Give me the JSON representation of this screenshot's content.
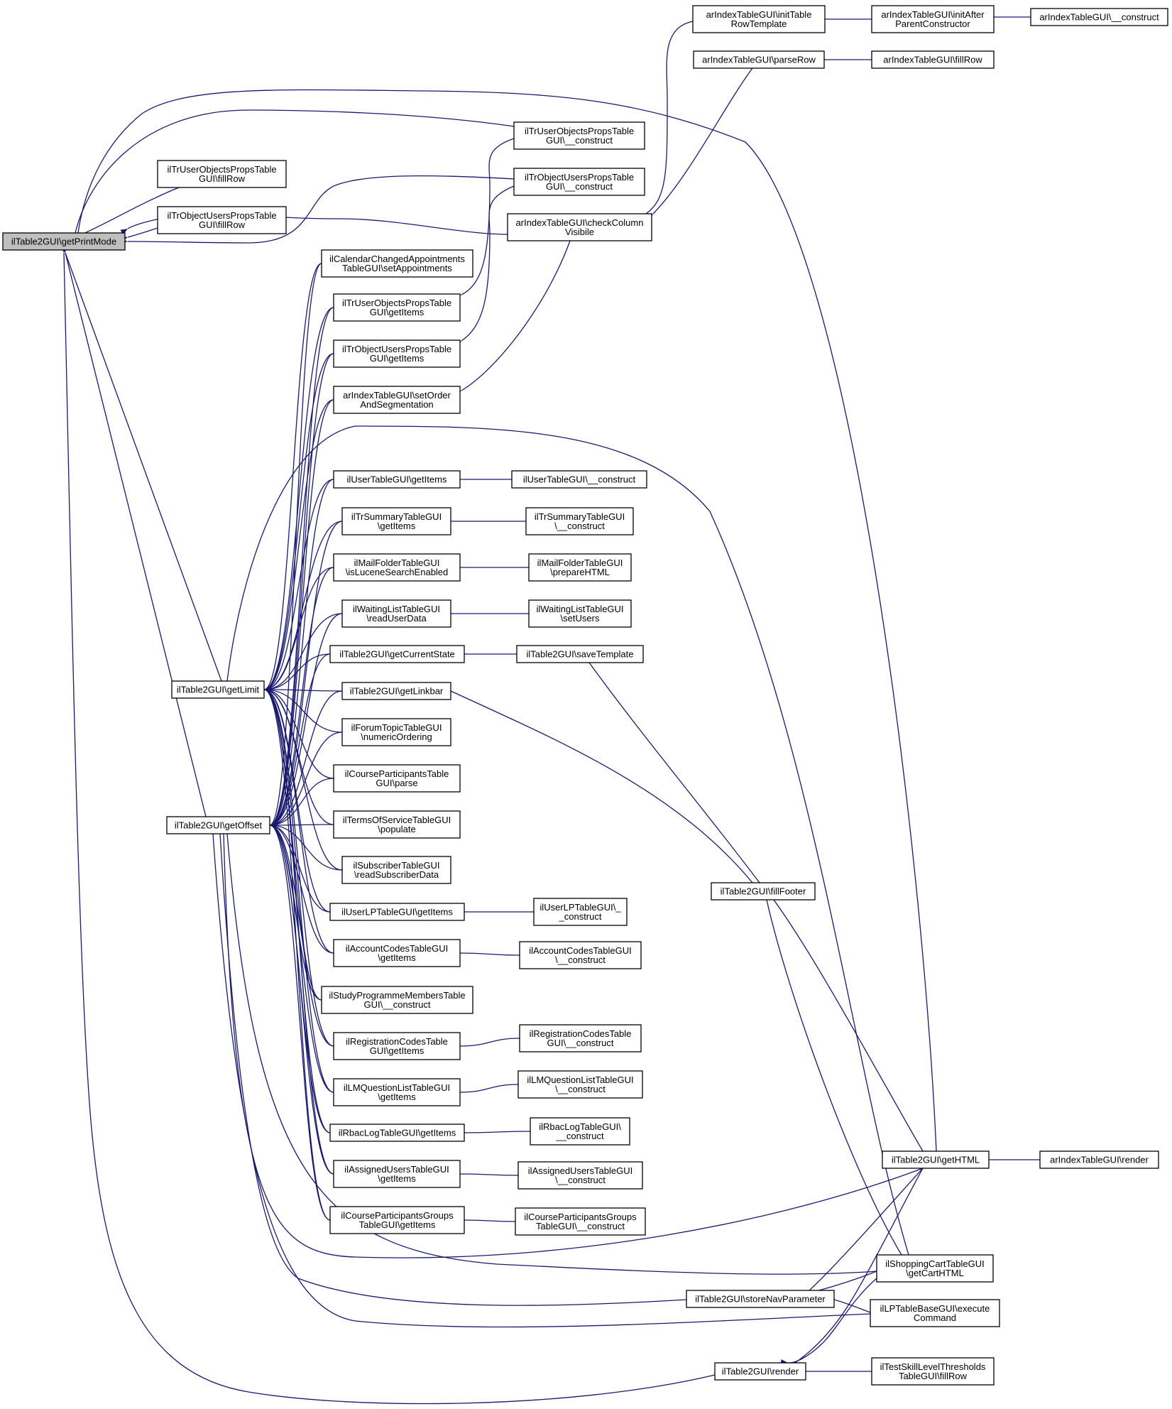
{
  "colors": {
    "edge": "#191970",
    "node_fill": "#ffffff",
    "node_fill_highlight": "#bfbfbf",
    "node_border": "#000000"
  },
  "nodes": [
    {
      "id": "gpm",
      "lines": [
        "ilTable2GUI\\getPrintMode"
      ],
      "highlight": true
    },
    {
      "id": "uop_fill",
      "lines": [
        "ilTrUserObjectsPropsTable",
        "GUI\\fillRow"
      ]
    },
    {
      "id": "oup_fill",
      "lines": [
        "ilTrObjectUsersPropsTable",
        "GUI\\fillRow"
      ]
    },
    {
      "id": "getlimit",
      "lines": [
        "ilTable2GUI\\getLimit"
      ]
    },
    {
      "id": "getoffset",
      "lines": [
        "ilTable2GUI\\getOffset"
      ]
    },
    {
      "id": "cal_set",
      "lines": [
        "ilCalendarChangedAppointments",
        "TableGUI\\setAppointments"
      ]
    },
    {
      "id": "uop_items",
      "lines": [
        "ilTrUserObjectsPropsTable",
        "GUI\\getItems"
      ]
    },
    {
      "id": "oup_items",
      "lines": [
        "ilTrObjectUsersPropsTable",
        "GUI\\getItems"
      ]
    },
    {
      "id": "ar_setorder",
      "lines": [
        "arIndexTableGUI\\setOrder",
        "AndSegmentation"
      ]
    },
    {
      "id": "user_items",
      "lines": [
        "ilUserTableGUI\\getItems"
      ]
    },
    {
      "id": "trsum_items",
      "lines": [
        "ilTrSummaryTableGUI",
        "\\getItems"
      ]
    },
    {
      "id": "mail_lucene",
      "lines": [
        "ilMailFolderTableGUI",
        "\\isLuceneSearchEnabled"
      ]
    },
    {
      "id": "wait_read",
      "lines": [
        "ilWaitingListTableGUI",
        "\\readUserData"
      ]
    },
    {
      "id": "cur_state",
      "lines": [
        "ilTable2GUI\\getCurrentState"
      ]
    },
    {
      "id": "linkbar",
      "lines": [
        "ilTable2GUI\\getLinkbar"
      ]
    },
    {
      "id": "forum_order",
      "lines": [
        "ilForumTopicTableGUI",
        "\\numericOrdering"
      ]
    },
    {
      "id": "coursepart_parse",
      "lines": [
        "ilCourseParticipantsTable",
        "GUI\\parse"
      ]
    },
    {
      "id": "tos_populate",
      "lines": [
        "ilTermsOfServiceTableGUI",
        "\\populate"
      ]
    },
    {
      "id": "subscr_read",
      "lines": [
        "ilSubscriberTableGUI",
        "\\readSubscriberData"
      ]
    },
    {
      "id": "userlp_items",
      "lines": [
        "ilUserLPTableGUI\\getItems"
      ]
    },
    {
      "id": "acc_items",
      "lines": [
        "ilAccountCodesTableGUI",
        "\\getItems"
      ]
    },
    {
      "id": "studyprog",
      "lines": [
        "ilStudyProgrammeMembersTable",
        "GUI\\__construct"
      ]
    },
    {
      "id": "reg_items",
      "lines": [
        "ilRegistrationCodesTable",
        "GUI\\getItems"
      ]
    },
    {
      "id": "lmq_items",
      "lines": [
        "ilLMQuestionListTableGUI",
        "\\getItems"
      ]
    },
    {
      "id": "rbac_items",
      "lines": [
        "ilRbacLogTableGUI\\getItems"
      ]
    },
    {
      "id": "assigned_items",
      "lines": [
        "ilAssignedUsersTableGUI",
        "\\getItems"
      ]
    },
    {
      "id": "cpg_items",
      "lines": [
        "ilCourseParticipantsGroups",
        "TableGUI\\getItems"
      ]
    },
    {
      "id": "storenav",
      "lines": [
        "ilTable2GUI\\storeNavParameter"
      ]
    },
    {
      "id": "render",
      "lines": [
        "ilTable2GUI\\render"
      ]
    },
    {
      "id": "uop_construct",
      "lines": [
        "ilTrUserObjectsPropsTable",
        "GUI\\__construct"
      ]
    },
    {
      "id": "oup_construct",
      "lines": [
        "ilTrObjectUsersPropsTable",
        "GUI\\__construct"
      ]
    },
    {
      "id": "ar_checkcol",
      "lines": [
        "arIndexTableGUI\\checkColumn",
        "Visibile"
      ]
    },
    {
      "id": "ar_inittpl",
      "lines": [
        "arIndexTableGUI\\initTable",
        "RowTemplate"
      ]
    },
    {
      "id": "ar_parserow",
      "lines": [
        "arIndexTableGUI\\parseRow"
      ]
    },
    {
      "id": "ar_initafter",
      "lines": [
        "arIndexTableGUI\\initAfter",
        "ParentConstructor"
      ]
    },
    {
      "id": "ar_construct",
      "lines": [
        "arIndexTableGUI\\__construct"
      ]
    },
    {
      "id": "ar_fillrow",
      "lines": [
        "arIndexTableGUI\\fillRow"
      ]
    },
    {
      "id": "user_construct",
      "lines": [
        "ilUserTableGUI\\__construct"
      ]
    },
    {
      "id": "trsum_construct",
      "lines": [
        "ilTrSummaryTableGUI",
        "\\__construct"
      ]
    },
    {
      "id": "mail_prepare",
      "lines": [
        "ilMailFolderTableGUI",
        "\\prepareHTML"
      ]
    },
    {
      "id": "wait_setusers",
      "lines": [
        "ilWaitingListTableGUI",
        "\\setUsers"
      ]
    },
    {
      "id": "save_tpl",
      "lines": [
        "ilTable2GUI\\saveTemplate"
      ]
    },
    {
      "id": "fillfooter",
      "lines": [
        "ilTable2GUI\\fillFooter"
      ]
    },
    {
      "id": "userlp_construct",
      "lines": [
        "ilUserLPTableGUI\\_",
        "_construct"
      ]
    },
    {
      "id": "acc_construct",
      "lines": [
        "ilAccountCodesTableGUI",
        "\\__construct"
      ]
    },
    {
      "id": "reg_construct",
      "lines": [
        "ilRegistrationCodesTable",
        "GUI\\__construct"
      ]
    },
    {
      "id": "lmq_construct",
      "lines": [
        "ilLMQuestionListTableGUI",
        "\\__construct"
      ]
    },
    {
      "id": "rbac_construct",
      "lines": [
        "ilRbacLogTableGUI\\",
        "__construct"
      ]
    },
    {
      "id": "assigned_construct",
      "lines": [
        "ilAssignedUsersTableGUI",
        "\\__construct"
      ]
    },
    {
      "id": "cpg_construct",
      "lines": [
        "ilCourseParticipantsGroups",
        "TableGUI\\__construct"
      ]
    },
    {
      "id": "gethtml",
      "lines": [
        "ilTable2GUI\\getHTML"
      ]
    },
    {
      "id": "ar_render",
      "lines": [
        "arIndexTableGUI\\render"
      ]
    },
    {
      "id": "cart",
      "lines": [
        "ilShoppingCartTableGUI",
        "\\getCartHTML"
      ]
    },
    {
      "id": "lpbase",
      "lines": [
        "ilLPTableBaseGUI\\execute",
        "Command"
      ]
    },
    {
      "id": "skill",
      "lines": [
        "ilTestSkillLevelThresholds",
        "TableGUI\\fillRow"
      ]
    }
  ],
  "edges": [
    {
      "from": "gpm",
      "to": "uop_construct"
    },
    {
      "from": "gpm",
      "to": "uop_fill"
    },
    {
      "from": "gpm",
      "to": "oup_fill"
    },
    {
      "from": "gpm",
      "to": "oup_construct"
    },
    {
      "from": "gpm",
      "to": "gethtml"
    },
    {
      "from": "gpm",
      "to": "ar_checkcol"
    },
    {
      "from": "gpm",
      "to": "getlimit"
    },
    {
      "from": "gpm",
      "to": "getoffset"
    },
    {
      "from": "gpm",
      "to": "render"
    },
    {
      "from": "getlimit",
      "to": "cal_set"
    },
    {
      "from": "getlimit",
      "to": "uop_items"
    },
    {
      "from": "getlimit",
      "to": "oup_items"
    },
    {
      "from": "getlimit",
      "to": "ar_setorder"
    },
    {
      "from": "getlimit",
      "to": "user_items"
    },
    {
      "from": "getlimit",
      "to": "trsum_items"
    },
    {
      "from": "getlimit",
      "to": "mail_lucene"
    },
    {
      "from": "getlimit",
      "to": "wait_read"
    },
    {
      "from": "getlimit",
      "to": "cur_state"
    },
    {
      "from": "getlimit",
      "to": "linkbar"
    },
    {
      "from": "getlimit",
      "to": "forum_order"
    },
    {
      "from": "getlimit",
      "to": "coursepart_parse"
    },
    {
      "from": "getlimit",
      "to": "tos_populate"
    },
    {
      "from": "getlimit",
      "to": "subscr_read"
    },
    {
      "from": "getlimit",
      "to": "userlp_items"
    },
    {
      "from": "getlimit",
      "to": "acc_items"
    },
    {
      "from": "getlimit",
      "to": "studyprog"
    },
    {
      "from": "getlimit",
      "to": "reg_items"
    },
    {
      "from": "getlimit",
      "to": "lmq_items"
    },
    {
      "from": "getlimit",
      "to": "rbac_items"
    },
    {
      "from": "getlimit",
      "to": "assigned_items"
    },
    {
      "from": "getlimit",
      "to": "cpg_items"
    },
    {
      "from": "getlimit",
      "to": "cart"
    },
    {
      "from": "getoffset",
      "to": "cal_set"
    },
    {
      "from": "getoffset",
      "to": "uop_items"
    },
    {
      "from": "getoffset",
      "to": "oup_items"
    },
    {
      "from": "getoffset",
      "to": "ar_setorder"
    },
    {
      "from": "getoffset",
      "to": "user_items"
    },
    {
      "from": "getoffset",
      "to": "trsum_items"
    },
    {
      "from": "getoffset",
      "to": "mail_lucene"
    },
    {
      "from": "getoffset",
      "to": "wait_read"
    },
    {
      "from": "getoffset",
      "to": "cur_state"
    },
    {
      "from": "getoffset",
      "to": "linkbar"
    },
    {
      "from": "getoffset",
      "to": "forum_order"
    },
    {
      "from": "getoffset",
      "to": "coursepart_parse"
    },
    {
      "from": "getoffset",
      "to": "tos_populate"
    },
    {
      "from": "getoffset",
      "to": "subscr_read"
    },
    {
      "from": "getoffset",
      "to": "userlp_items"
    },
    {
      "from": "getoffset",
      "to": "acc_items"
    },
    {
      "from": "getoffset",
      "to": "studyprog"
    },
    {
      "from": "getoffset",
      "to": "reg_items"
    },
    {
      "from": "getoffset",
      "to": "lmq_items"
    },
    {
      "from": "getoffset",
      "to": "rbac_items"
    },
    {
      "from": "getoffset",
      "to": "assigned_items"
    },
    {
      "from": "getoffset",
      "to": "cpg_items"
    },
    {
      "from": "getoffset",
      "to": "gethtml"
    },
    {
      "from": "getoffset",
      "to": "storenav"
    },
    {
      "from": "getoffset",
      "to": "lpbase"
    },
    {
      "from": "getoffset",
      "to": "cart"
    },
    {
      "from": "uop_items",
      "to": "uop_construct"
    },
    {
      "from": "oup_items",
      "to": "oup_construct"
    },
    {
      "from": "ar_setorder",
      "to": "ar_checkcol"
    },
    {
      "from": "ar_checkcol",
      "to": "ar_inittpl"
    },
    {
      "from": "ar_checkcol",
      "to": "ar_parserow"
    },
    {
      "from": "ar_inittpl",
      "to": "ar_initafter"
    },
    {
      "from": "ar_initafter",
      "to": "ar_construct"
    },
    {
      "from": "ar_parserow",
      "to": "ar_fillrow"
    },
    {
      "from": "user_items",
      "to": "user_construct"
    },
    {
      "from": "trsum_items",
      "to": "trsum_construct"
    },
    {
      "from": "mail_lucene",
      "to": "mail_prepare"
    },
    {
      "from": "wait_read",
      "to": "wait_setusers"
    },
    {
      "from": "cur_state",
      "to": "save_tpl"
    },
    {
      "from": "save_tpl",
      "to": "fillfooter"
    },
    {
      "from": "linkbar",
      "to": "fillfooter"
    },
    {
      "from": "fillfooter",
      "to": "gethtml"
    },
    {
      "from": "fillfooter",
      "to": "cart"
    },
    {
      "from": "userlp_items",
      "to": "userlp_construct"
    },
    {
      "from": "acc_items",
      "to": "acc_construct"
    },
    {
      "from": "reg_items",
      "to": "reg_construct"
    },
    {
      "from": "lmq_items",
      "to": "lmq_construct"
    },
    {
      "from": "rbac_items",
      "to": "rbac_construct"
    },
    {
      "from": "assigned_items",
      "to": "assigned_construct"
    },
    {
      "from": "cpg_items",
      "to": "cpg_construct"
    },
    {
      "from": "gethtml",
      "to": "ar_render"
    },
    {
      "from": "storenav",
      "to": "gethtml"
    },
    {
      "from": "storenav",
      "to": "cart"
    },
    {
      "from": "storenav",
      "to": "lpbase"
    },
    {
      "from": "render",
      "to": "gethtml"
    },
    {
      "from": "render",
      "to": "cart"
    },
    {
      "from": "render",
      "to": "skill"
    }
  ]
}
